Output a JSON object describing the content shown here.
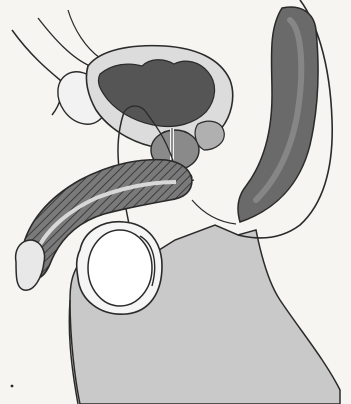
{
  "figure": {
    "kind": "anatomical-illustration",
    "style": "grayscale-line-drawing",
    "structures": [
      "body-outline",
      "abdominal-wall",
      "bladder",
      "prostate",
      "urethra",
      "penis-erectile-tissue",
      "glans",
      "scrotum",
      "testis",
      "vas-deferens",
      "seminal-vesicle",
      "rectum",
      "buttock-thigh-outline"
    ],
    "colors": {
      "paper": "#f7f5f1",
      "body_fill": "#c9c9c9",
      "tissue_dark": "#545454",
      "tissue_mid": "#8a8a8a",
      "tissue_light": "#e9e9e9",
      "outline": "#2a2a2a"
    }
  }
}
